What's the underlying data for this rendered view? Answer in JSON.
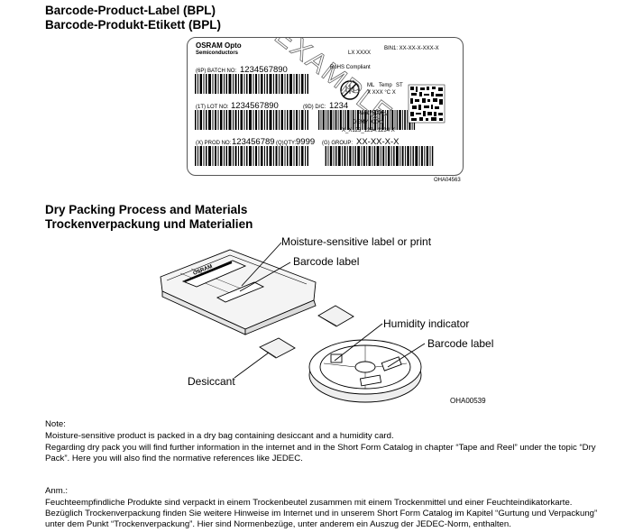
{
  "section1": {
    "title_en": "Barcode-Product-Label (BPL)",
    "title_de": "Barcode-Produkt-Etikett (BPL)"
  },
  "label": {
    "brand": "OSRAM Opto",
    "sub": "Semiconductors",
    "lx": "LX XXXX",
    "bin": "BIN1: XX-XX-X-XXX-X",
    "batch_prefix": "(6P) BATCH NO:",
    "batch_value": "1234567890",
    "rohs": "RoHS Compliant",
    "ml": "ML",
    "temp": "Temp",
    "st": "ST",
    "ml_values": "X   XXX °C X",
    "lot_prefix": "(1T) LOT NO:",
    "lot_value": "1234567890",
    "dc_prefix": "(9D) D/C:",
    "dc_value": "1234",
    "pack": "Pack: RXX",
    "demy": "DEMY   XXX",
    "xcode": "X_X123_1234.1234 X",
    "prod_prefix": "(X) PROD NO:",
    "prod_value": "123456789",
    "qty_prefix": "(Q)QTY:",
    "qty_value": "9999",
    "group_prefix": "(G) GROUP:",
    "group_value": "XX-XX-X-X",
    "watermark": "EXAMPLE",
    "figure_id": "OHA04563"
  },
  "section2": {
    "title_en": "Dry Packing Process and Materials",
    "title_de": "Trockenverpackung und Materialien"
  },
  "diagram": {
    "callout_moisture": "Moisture-sensitive label or print",
    "callout_barcode1": "Barcode label",
    "callout_humidity": "Humidity indicator",
    "callout_barcode2": "Barcode label",
    "callout_desiccant": "Desiccant",
    "bag_brand": "OSRAM",
    "figure_id": "OHA00539"
  },
  "note": {
    "heading": "Note:",
    "line1": "Moisture-sensitive product is packed in a dry bag containing desiccant and a humidity card.",
    "line2": "Regarding dry pack you will find further information in the internet and in the Short Form Catalog in chapter “Tape and Reel” under the topic “Dry",
    "line3": "Pack”. Here you will also find the normative references like JEDEC."
  },
  "anm": {
    "heading": "Anm.:",
    "line1": "Feuchteempfindliche Produkte sind verpackt in einem Trockenbeutel zusammen mit einem Trockenmittel und einer Feuchteindikatorkarte.",
    "line2": "Bezüglich Trockenverpackung finden Sie weitere Hinweise im Internet und in unserem Short Form Catalog im Kapitel “Gurtung und Verpackung”",
    "line3": "unter dem Punkt “Trockenverpackung”. Hier sind Normenbezüge, unter anderem ein Auszug der JEDEC-Norm, enthalten."
  }
}
